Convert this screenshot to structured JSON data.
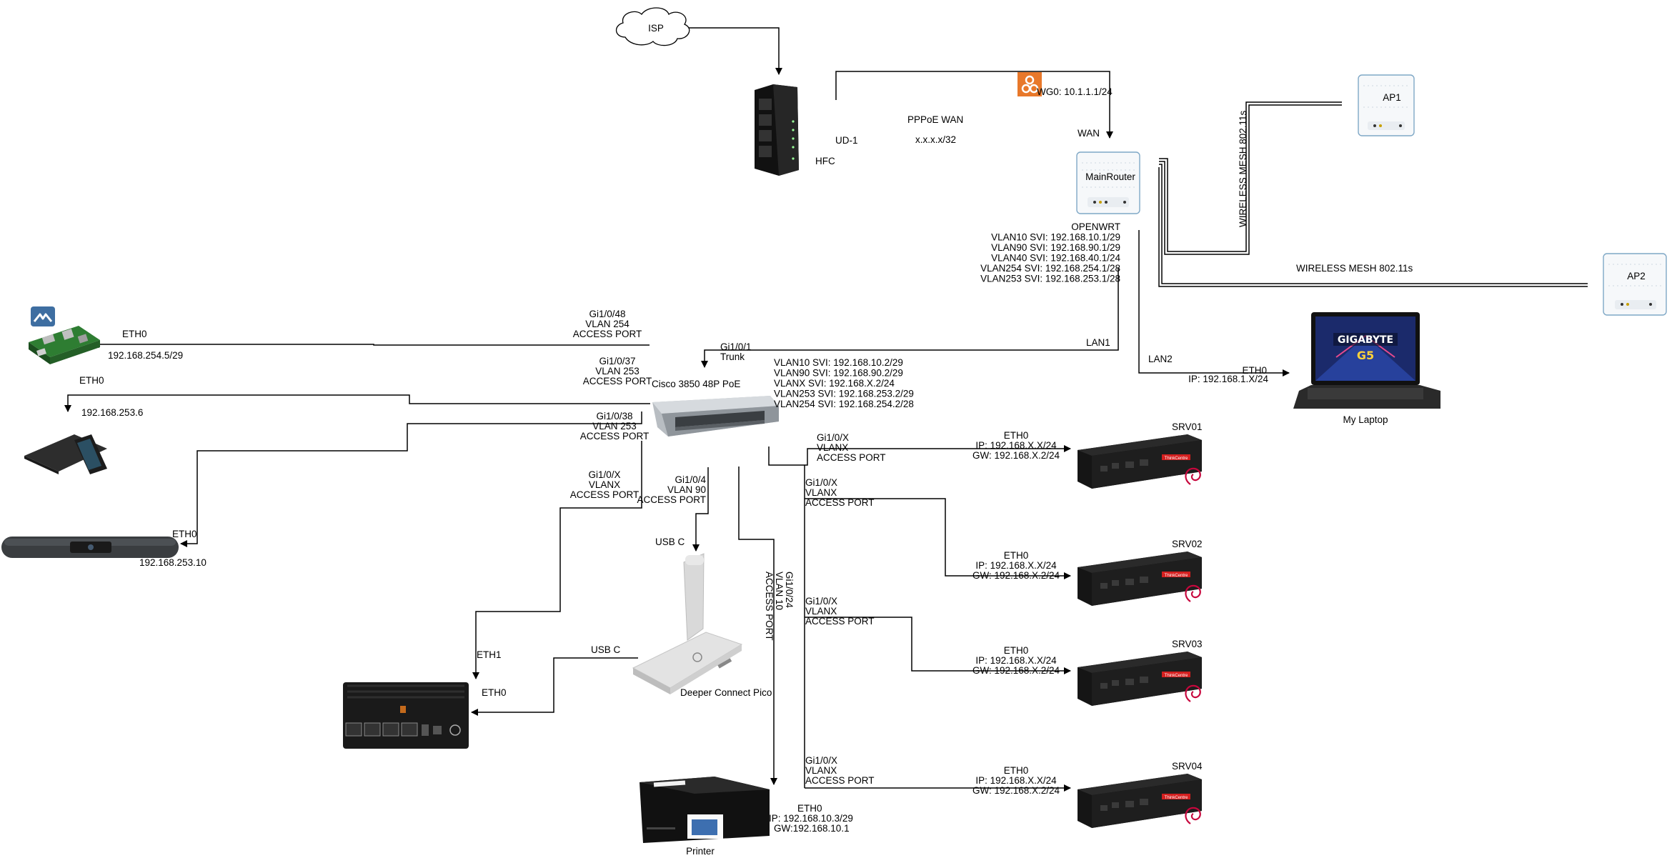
{
  "isp": {
    "label": "ISP"
  },
  "modem": {
    "hfc": "HFC",
    "ud": "UD-1"
  },
  "wan": {
    "pppoe": "PPPoE WAN",
    "ip": "x.x.x.x/32",
    "wan_label": "WAN",
    "wg": "WG0: 10.1.1.1/24"
  },
  "router": {
    "name": "MainRouter",
    "svi_lines": [
      "OPENWRT",
      "VLAN10 SVI: 192.168.10.1/29",
      "VLAN90 SVI: 192.168.90.1/29",
      "VLAN40 SVI: 192.168.40.1/24",
      "VLAN254 SVI: 192.168.254.1/28",
      "VLAN253 SVI: 192.168.253.1/28"
    ],
    "lan1": "LAN1",
    "lan2": "LAN2"
  },
  "aps": {
    "ap1": "AP1",
    "ap2": "AP2",
    "mesh1": "WIRELESS MESH 802.11s",
    "mesh2": "WIRELESS MESH 802.11s"
  },
  "laptop": {
    "name": "My Laptop",
    "eth": "ETH0",
    "ip": "IP: 192.168.1.X/24",
    "brand": "GIGABYTE",
    "model": "G5"
  },
  "switch": {
    "name": "Cisco 3850 48P PoE",
    "uplink": [
      "Gi1/0/1",
      "Trunk"
    ],
    "svi_lines": [
      "VLAN10 SVI: 192.168.10.2/29",
      "VLAN90 SVI: 192.168.90.2/29",
      "VLANX SVI: 192.168.X.2/24",
      "VLAN253 SVI: 192.168.253.2/29",
      "VLAN254 SVI: 192.168.254.2/28"
    ]
  },
  "pi": {
    "port": [
      "Gi1/0/48",
      "VLAN 254",
      "ACCESS PORT"
    ],
    "eth": "ETH0",
    "ip": "192.168.254.5/29"
  },
  "conf": {
    "port": [
      "Gi1/0/37",
      "VLAN 253",
      "ACCESS PORT"
    ],
    "eth": "ETH0",
    "ip": "192.168.253.6"
  },
  "bar": {
    "port": [
      "Gi1/0/38",
      "VLAN 253",
      "ACCESS PORT"
    ],
    "eth": "ETH0",
    "ip": "192.168.253.10"
  },
  "minipc": {
    "port": [
      "Gi1/0/X",
      "VLANX",
      "ACCESS PORT"
    ],
    "eth1": "ETH1",
    "eth0": "ETH0"
  },
  "deeper": {
    "port": [
      "Gi1/0/4",
      "VLAN 90",
      "ACCESS PORT"
    ],
    "usb_top": "USB C",
    "usb_left": "USB C",
    "name": "Deeper Connect Pico"
  },
  "printer": {
    "port": [
      "Gi1/0/24",
      "VLAN 10",
      "ACCESS PORT"
    ],
    "eth": "ETH0",
    "ip": "IP: 192.168.10.3/29",
    "gw": "GW:192.168.10.1",
    "name": "Printer"
  },
  "servers": [
    {
      "name": "SRV01",
      "port": [
        "Gi1/0/X",
        "VLANX",
        "ACCESS PORT"
      ],
      "eth": "ETH0",
      "ip": "IP: 192.168.X.X/24",
      "gw": "GW: 192.168.X.2/24"
    },
    {
      "name": "SRV02",
      "port": [
        "Gi1/0/X",
        "VLANX",
        "ACCESS PORT"
      ],
      "eth": "ETH0",
      "ip": "IP: 192.168.X.X/24",
      "gw": "GW: 192.168.X.2/24"
    },
    {
      "name": "SRV03",
      "port": [
        "Gi1/0/X",
        "VLANX",
        "ACCESS PORT"
      ],
      "eth": "ETH0",
      "ip": "IP: 192.168.X.X/24",
      "gw": "GW: 192.168.X.2/24"
    },
    {
      "name": "SRV04",
      "port": [
        "Gi1/0/X",
        "VLANX",
        "ACCESS PORT"
      ],
      "eth": "ETH0",
      "ip": "IP: 192.168.X.X/24",
      "gw": "GW: 192.168.X.2/24"
    }
  ],
  "server_brand": "ThinkCentre",
  "colors": {
    "wireguard": "#e8782a",
    "server_accent": "#d41f1f",
    "debian": "#c7073d",
    "laptop_screen": "#1b2a6b"
  }
}
